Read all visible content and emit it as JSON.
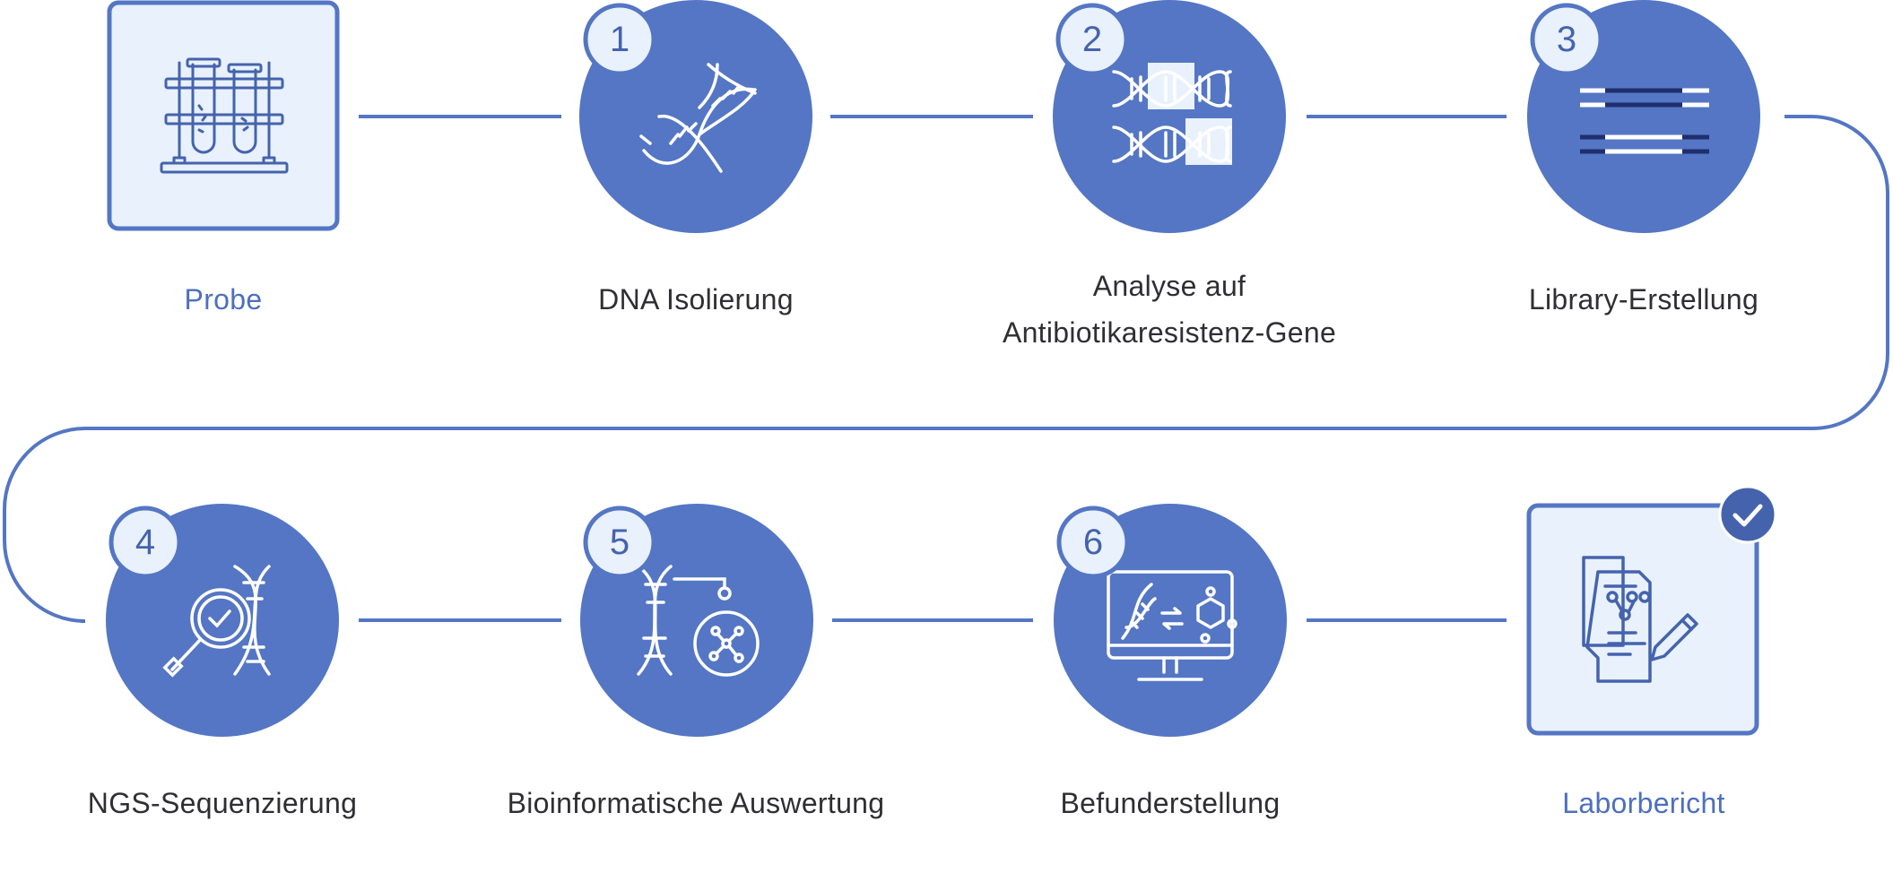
{
  "colors": {
    "accent": "#5476c4",
    "accent_dark": "#4563ad",
    "badge_fill": "#e8f1fc",
    "box_fill": "#e8f1fc",
    "connector": "#5476c4",
    "text": "#2f2f33",
    "navy": "#1f2f6e"
  },
  "steps": [
    {
      "id": "probe",
      "number": "",
      "label_lines": [
        "Probe"
      ],
      "icon": "test-tubes-icon",
      "shape": "box"
    },
    {
      "id": "dna-isolierung",
      "number": "1",
      "label_lines": [
        "DNA Isolierung"
      ],
      "icon": "dna-helix-icon",
      "shape": "circle"
    },
    {
      "id": "analyse",
      "number": "2",
      "label_lines": [
        "Analyse auf",
        "Antibiotikaresistenz-Gene"
      ],
      "icon": "gene-segments-icon",
      "shape": "circle"
    },
    {
      "id": "library",
      "number": "3",
      "label_lines": [
        "Library-Erstellung"
      ],
      "icon": "library-strands-icon",
      "shape": "circle"
    },
    {
      "id": "ngs",
      "number": "4",
      "label_lines": [
        "NGS-Sequenzierung"
      ],
      "icon": "dna-magnifier-icon",
      "shape": "circle"
    },
    {
      "id": "bioinformatik",
      "number": "5",
      "label_lines": [
        "Bioinformatische Auswertung"
      ],
      "icon": "dna-network-icon",
      "shape": "circle"
    },
    {
      "id": "befund",
      "number": "6",
      "label_lines": [
        "Befunderstellung"
      ],
      "icon": "monitor-analysis-icon",
      "shape": "circle"
    },
    {
      "id": "laborbericht",
      "number": "",
      "label_lines": [
        "Laborbericht"
      ],
      "icon": "report-document-icon",
      "shape": "box",
      "badge_icon": "check-icon"
    }
  ]
}
